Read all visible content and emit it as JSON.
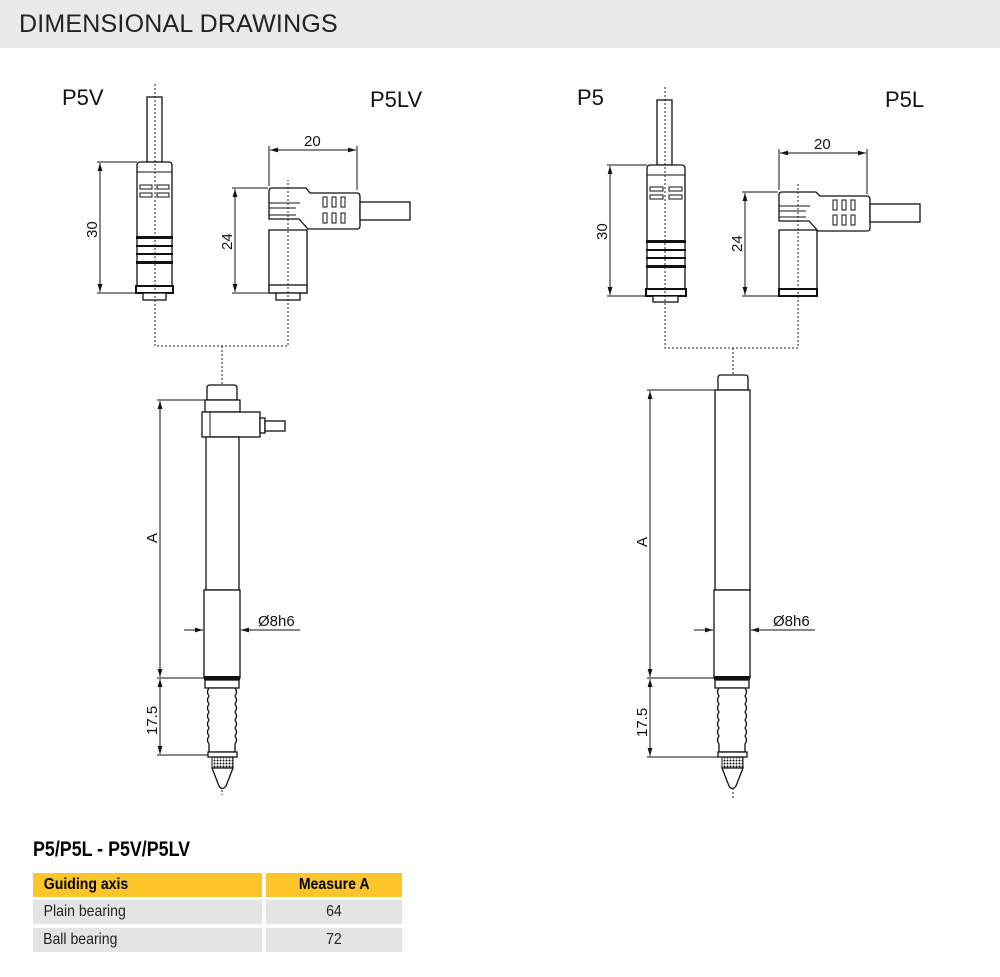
{
  "header": {
    "title": "DIMENSIONAL DRAWINGS"
  },
  "drawings": {
    "p5v": {
      "label": "P5V",
      "dim_height": "30"
    },
    "p5lv": {
      "label": "P5LV",
      "dim_width": "20",
      "dim_height": "24"
    },
    "p5": {
      "label": "P5",
      "dim_height": "30"
    },
    "p5l": {
      "label": "P5L",
      "dim_width": "20",
      "dim_height": "24"
    },
    "probe_left": {
      "dim_a": "A",
      "dim_diameter": "Ø8h6",
      "dim_bellows": "17.5"
    },
    "probe_right": {
      "dim_a": "A",
      "dim_diameter": "Ø8h6",
      "dim_bellows": "17.5"
    }
  },
  "table": {
    "title": "P5/P5L - P5V/P5LV",
    "headers": [
      "Guiding axis",
      "Measure A"
    ],
    "rows": [
      [
        "Plain bearing",
        "64"
      ],
      [
        "Ball bearing",
        "72"
      ]
    ]
  }
}
